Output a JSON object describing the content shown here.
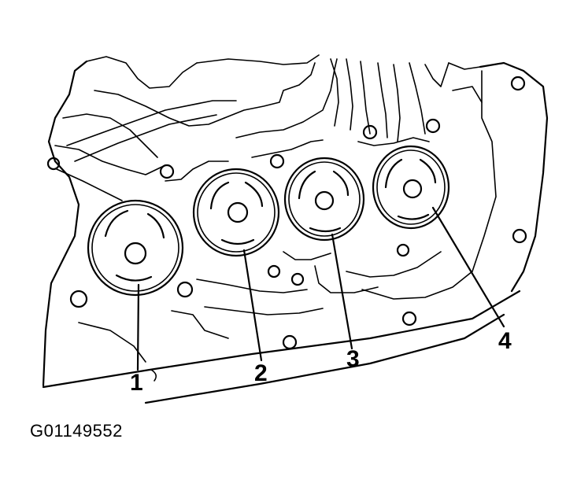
{
  "figure_id": "G01149552",
  "callouts": [
    {
      "number": "1"
    },
    {
      "number": "2"
    },
    {
      "number": "3"
    },
    {
      "number": "4"
    }
  ]
}
